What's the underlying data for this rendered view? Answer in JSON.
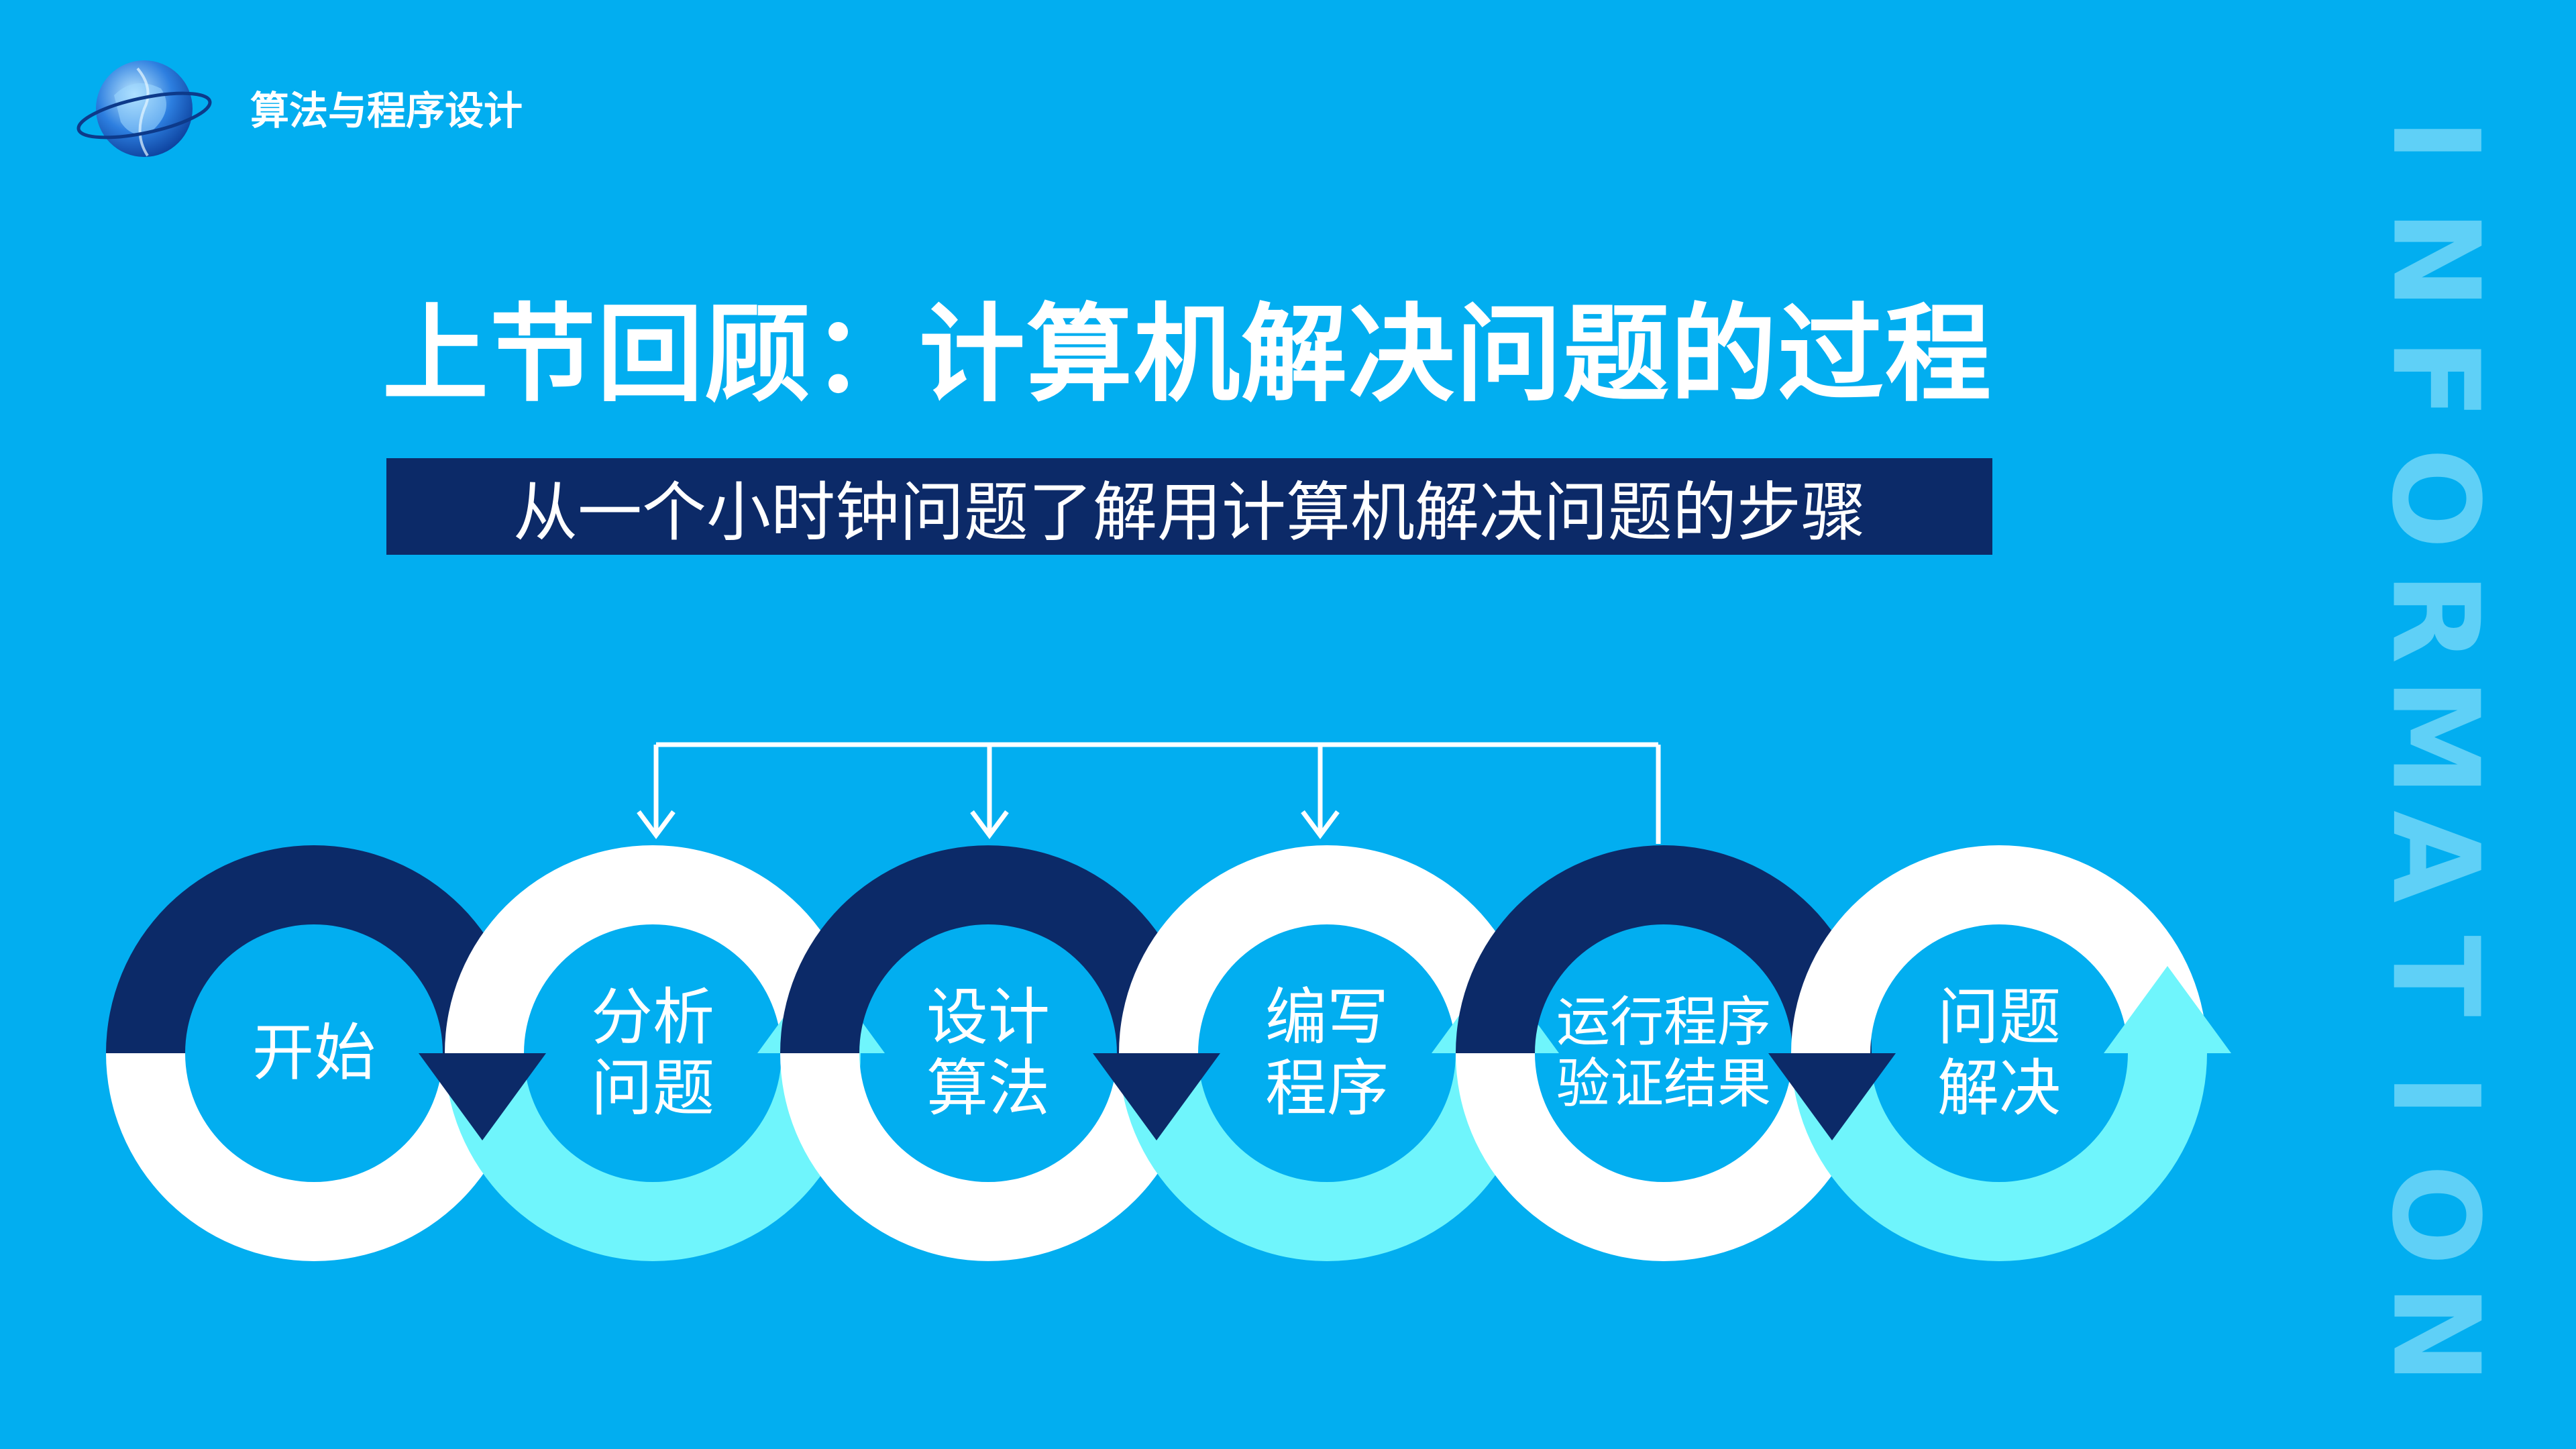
{
  "header": {
    "course_title": "算法与程序设计"
  },
  "title": "上节回顾：计算机解决问题的过程",
  "subtitle": "从一个小时钟问题了解用计算机解决问题的步骤",
  "side_word": "INFORMATION",
  "colors": {
    "background": "#02aef0",
    "navy": "#0c2a68",
    "white": "#ffffff",
    "cyan": "#6ff5fc",
    "side_text": "#5fd0f7"
  },
  "steps": [
    {
      "lines": [
        "开始"
      ]
    },
    {
      "lines": [
        "分析",
        "问题"
      ]
    },
    {
      "lines": [
        "设计",
        "算法"
      ]
    },
    {
      "lines": [
        "编写",
        "程序"
      ]
    },
    {
      "lines": [
        "运行程序",
        "验证结果"
      ]
    },
    {
      "lines": [
        "问题",
        "解决"
      ]
    }
  ]
}
